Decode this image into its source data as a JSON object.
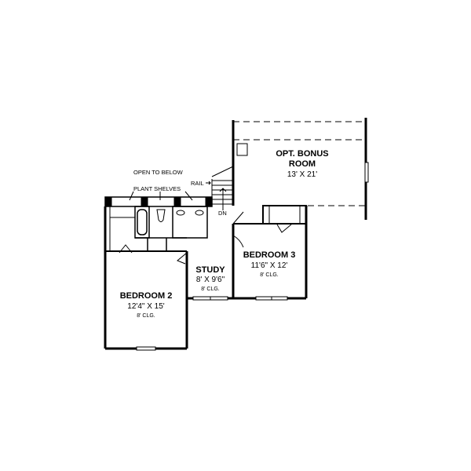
{
  "plan": {
    "title": "Second Floor Plan",
    "rooms": [
      {
        "id": "bonus",
        "name_line1": "OPT. BONUS",
        "name_line2": "ROOM",
        "dimensions": "13' X 21'"
      },
      {
        "id": "bedroom3",
        "name": "BEDROOM 3",
        "dimensions": "11'6\" X 12'",
        "ceiling": "8' CLG."
      },
      {
        "id": "study",
        "name": "STUDY",
        "dimensions": "8' X 9'6\"",
        "ceiling": "8' CLG."
      },
      {
        "id": "bedroom2",
        "name": "BEDROOM 2",
        "dimensions": "12'4\" X 15'",
        "ceiling": "8' CLG."
      }
    ],
    "notes": {
      "open_to_below": "OPEN TO BELOW",
      "plant_shelves": "PLANT SHELVES",
      "rail": "RAIL",
      "stair_direction": "DN"
    }
  }
}
